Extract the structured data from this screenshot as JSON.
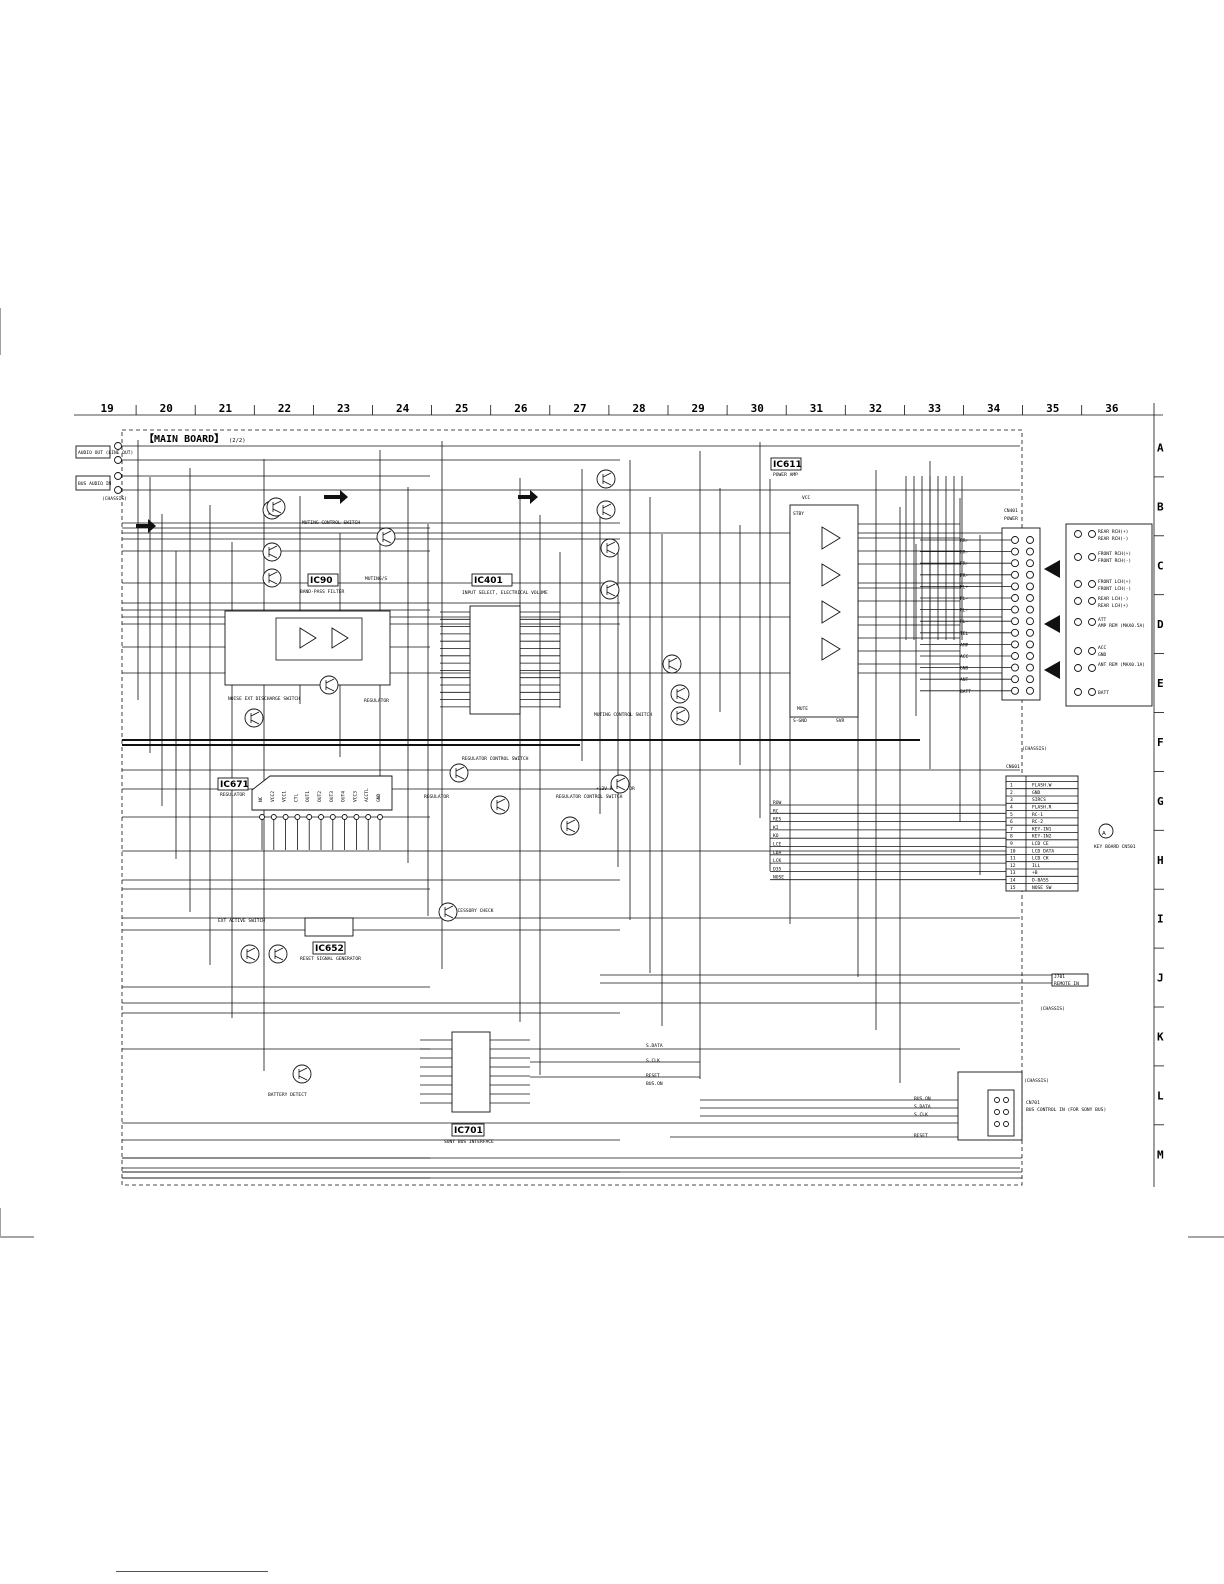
{
  "columns": [
    "19",
    "20",
    "21",
    "22",
    "23",
    "24",
    "25",
    "26",
    "27",
    "28",
    "29",
    "30",
    "31",
    "32",
    "33",
    "34",
    "35",
    "36"
  ],
  "rows": [
    "A",
    "B",
    "C",
    "D",
    "E",
    "F",
    "G",
    "H",
    "I",
    "J",
    "K",
    "L",
    "M"
  ],
  "board_title": "【MAIN BOARD】",
  "board_page": "(2/2)",
  "ics": [
    {
      "id": "IC90",
      "desc": "BAND-PASS FILTER"
    },
    {
      "id": "IC401",
      "desc": "INPUT SELECT, ELECTRICAL VOLUME"
    },
    {
      "id": "IC611",
      "desc": "POWER AMP"
    },
    {
      "id": "IC671",
      "desc": "REGULATOR"
    },
    {
      "id": "IC652",
      "desc": "RESET SIGNAL GENERATOR"
    },
    {
      "id": "IC701",
      "desc": "SONY BUS INTERFACE"
    }
  ],
  "left_jacks": [
    {
      "label": "AUDIO OUT (LINE OUT)"
    },
    {
      "label": "BUS AUDIO IN"
    }
  ],
  "chassis_left": "(CHASSIS)",
  "block_labels": [
    {
      "text": "MUTING CONTROL SWITCH"
    },
    {
      "text": "MUTING/S"
    },
    {
      "text": "REGULATOR"
    },
    {
      "text": "NOISE EXT DISCHARGE SWITCH"
    },
    {
      "text": "REGULATOR CONTROL SWITCH"
    },
    {
      "text": "REGULATOR"
    },
    {
      "text": "REGULATOR CONTROL SWITCH"
    },
    {
      "text": "+13V REGULATOR"
    },
    {
      "text": "MUTING CONTROL SWITCH"
    },
    {
      "text": "ACCESSORY CHECK"
    },
    {
      "text": "EXT ACTIVE SWITCH"
    },
    {
      "text": "BATTERY DETECT"
    },
    {
      "text": "STBY"
    },
    {
      "text": "MUTE"
    },
    {
      "text": "VCC"
    },
    {
      "text": "S-GND"
    },
    {
      "text": "SVR"
    }
  ],
  "power_connector": {
    "ref": "CN401",
    "name": "POWER",
    "pins": [
      "RR+",
      "RR-",
      "FR+",
      "FR-",
      "FL+",
      "FL-",
      "RL+",
      "RL-",
      "TEL",
      "AMP",
      "ACC",
      "GND",
      "ANT",
      "BATT"
    ]
  },
  "right_panel": {
    "labels": [
      "REAR RCH(+)",
      "REAR RCH(-)",
      "FRONT RCH(+)",
      "FRONT RCH(-)",
      "FRONT LCH(+)",
      "FRONT LCH(-)",
      "REAR LCH(-)",
      "REAR LCH(+)",
      "ATT",
      "AMP REM (MAX0.5A)",
      "ACC",
      "GND",
      "ANT REM (MAX0.1A)",
      "BATT"
    ],
    "marks": [
      "(CHASSIS)"
    ]
  },
  "key_board": {
    "ref": "CN601",
    "letter": "A",
    "label": "KEY BOARD CN501",
    "pins": [
      "FLASH.W",
      "GND",
      "SIRCS",
      "FLASH.R",
      "RC-1",
      "RC-2",
      "KEY-IN1",
      "KEY-IN2",
      "LCD CE",
      "LCD DATA",
      "LCD CK",
      "ILL",
      "+B",
      "D-BASS",
      "NOSE SW"
    ]
  },
  "remote_in": {
    "ref": "J701",
    "label": "REMOTE IN",
    "chassis": "(CHASSIS)"
  },
  "bus_control": {
    "ref": "CN701",
    "label": "BUS CONTROL IN (FOR SONY BUS)",
    "chassis": "(CHASSIS)",
    "signals": [
      "BUS.ON",
      "S.DATA",
      "S.CLK",
      "RESET"
    ]
  },
  "ic701_signals": [
    "S.DATA",
    "S.CLK",
    "RESET",
    "BUS.ON"
  ],
  "ic671_pins": [
    "NC",
    "VCC2",
    "VCC1",
    "CTL",
    "OUT1",
    "OUT2",
    "OUT3",
    "OUT4",
    "VCC3",
    "ACCTL",
    "GND"
  ],
  "key_lines": [
    "ROW",
    "RC",
    "RES",
    "KI",
    "KO",
    "LCE",
    "LDA",
    "LCK",
    "D35",
    "NOSE"
  ],
  "icon_semantics": {
    "input_arrow": "arrow-right-icon",
    "output_arrow": "arrow-left-icon",
    "chassis": "chassis-ground-icon",
    "letter_a": "circle-a-icon"
  }
}
